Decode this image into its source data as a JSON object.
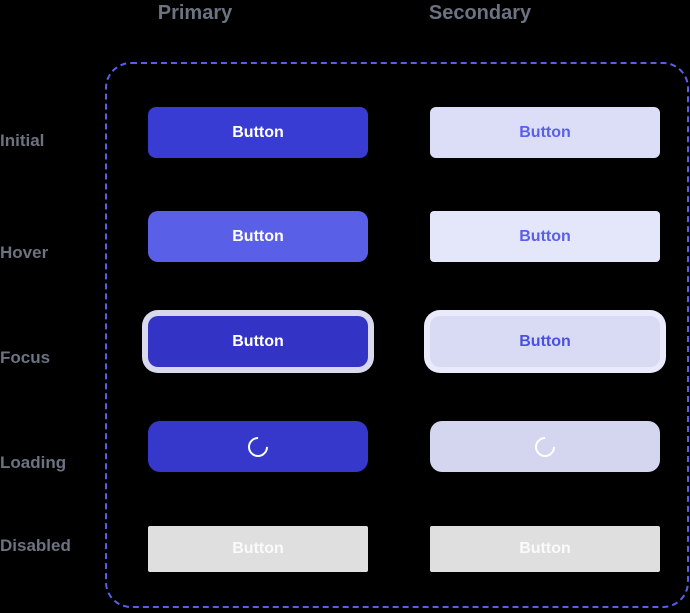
{
  "columns": [
    {
      "label": "Primary"
    },
    {
      "label": "Secondary"
    }
  ],
  "rows": [
    {
      "label": "Initial"
    },
    {
      "label": "Hover"
    },
    {
      "label": "Focus"
    },
    {
      "label": "Loading"
    },
    {
      "label": "Disabled"
    }
  ],
  "buttons": {
    "label": "Button",
    "loading_icon": "spinner-icon"
  },
  "colors": {
    "page-bg": "#000000",
    "muted-text": "#6b7280",
    "container-border": "#5a5fe8",
    "primary-initial-bg": "#383cd2",
    "primary-hover-bg": "#5a5fe8",
    "primary-focus-bg": "#3334c6",
    "primary-loading-bg": "#3538cb",
    "primary-text": "#ffffff",
    "primary-focus-ring": "#d9d9ed",
    "secondary-initial-bg": "#dcdef8",
    "secondary-hover-bg": "#e4e6fa",
    "secondary-focus-bg": "#d9dbf5",
    "secondary-loading-bg": "#d4d6ef",
    "secondary-text": "#5a5fe8",
    "secondary-focus-text": "#4a50e0",
    "secondary-focus-ring": "#e9eafb",
    "disabled-bg": "#dfdfdf",
    "disabled-text": "#fafafa",
    "spinner-color": "#ffffff"
  }
}
